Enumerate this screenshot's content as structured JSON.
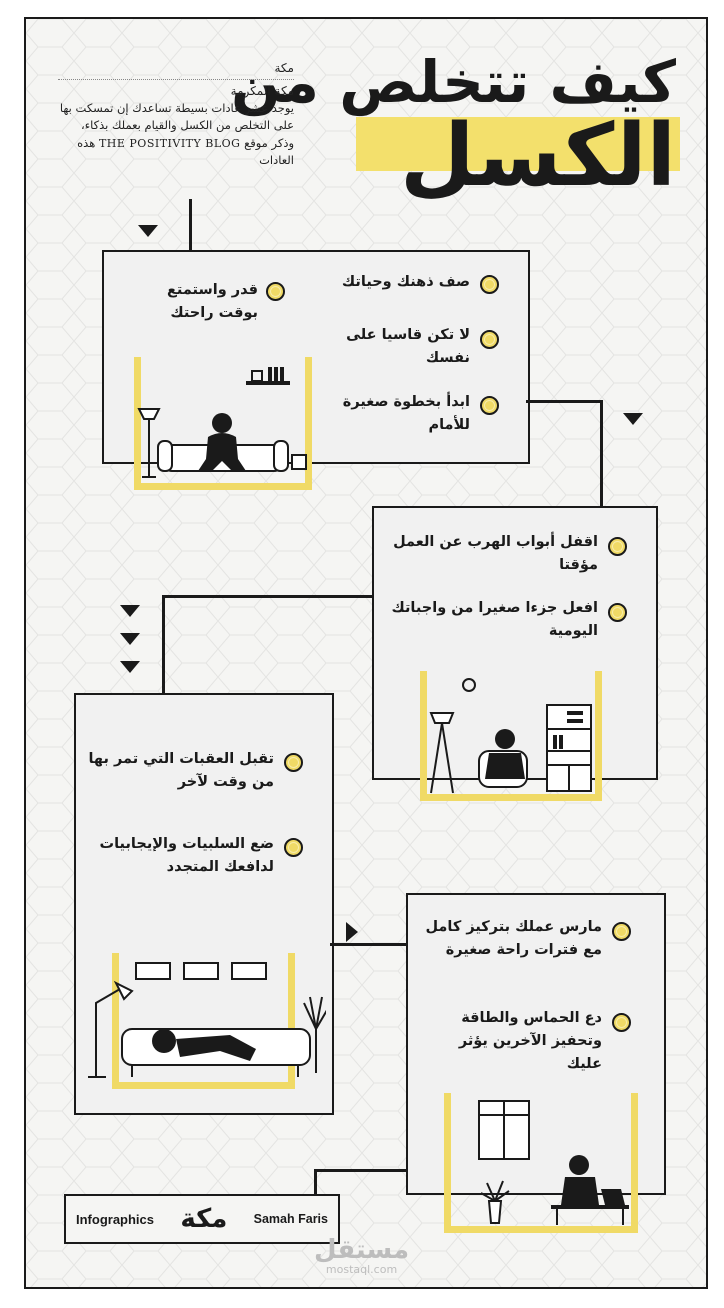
{
  "title": {
    "line1": "كيف تتخلص من",
    "line2": "الكسل"
  },
  "intro": {
    "source_line1": "مكة",
    "source_line2": "مكة المكرمة",
    "text_ar": "يوجد عشر عادات بسيطة تساعدك إن تمسكت بها على التخلص من الكسل والقيام بعملك بذكاء، وذكر موقع",
    "text_latin": "THE POSITIVITY BLOG",
    "text_tail": "هذه العادات"
  },
  "card1": {
    "items": [
      "صف ذهنك وحياتك",
      "لا تكن قاسيا على نفسك",
      "ابدأ بخطوة صغيرة للأمام"
    ],
    "left_item": "قدر واستمتع بوقت راحتك"
  },
  "card2": {
    "items": [
      "اقفل أبواب الهرب عن العمل مؤقتا",
      "افعل جزءا صغيرا من واجباتك اليومية"
    ]
  },
  "card3": {
    "items": [
      "تقبل العقبات التي تمر بها من وقت لآخر",
      "ضع السلبيات والإيجابيات لدافعك المتجدد"
    ]
  },
  "card4": {
    "items": [
      "مارس عملك بتركيز كامل مع فترات راحة صغيرة",
      "دع الحماس والطاقة وتحفيز الآخرين يؤثر عليك"
    ]
  },
  "footer": {
    "left": "Infographics",
    "logo": "مكة",
    "right": "Samah Faris"
  },
  "watermark": {
    "ar": "مستقل",
    "latin": "mostaql.com"
  },
  "colors": {
    "accent": "#f0da66",
    "ink": "#1a1a1a",
    "card_bg": "#f1f1f1"
  }
}
